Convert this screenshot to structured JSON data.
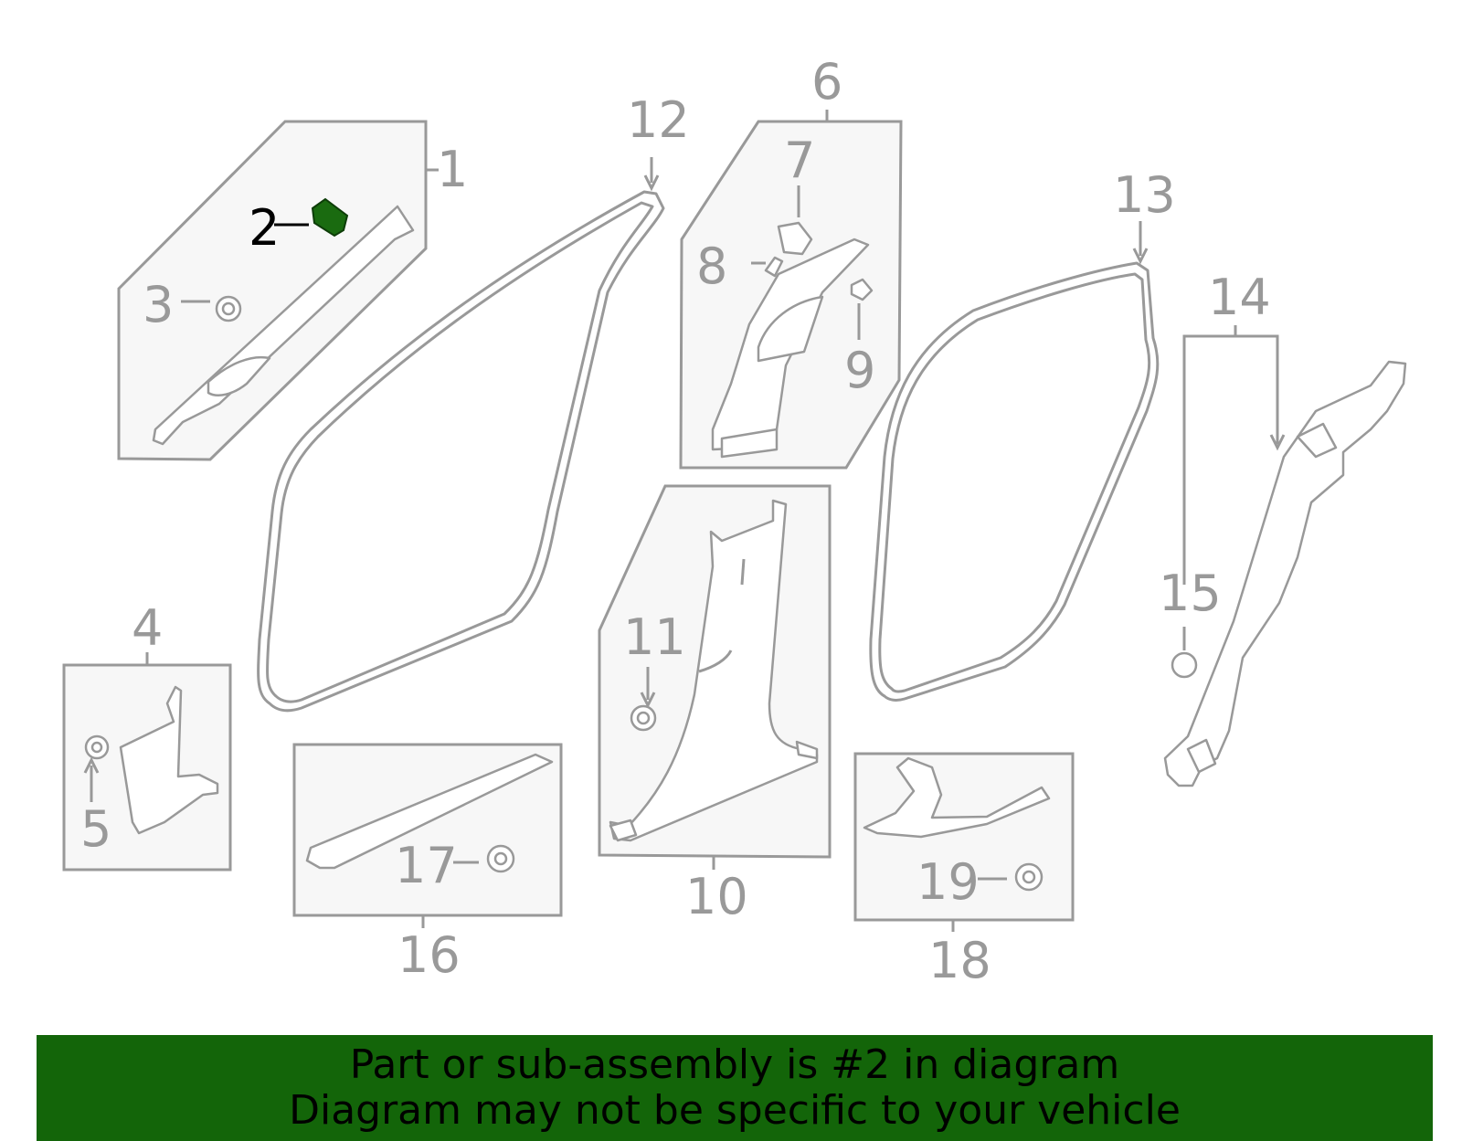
{
  "diagram": {
    "highlight_color": "#136509",
    "line_color": "#999999",
    "callouts": [
      {
        "id": "1",
        "label": "1"
      },
      {
        "id": "2",
        "label": "2",
        "highlighted": true
      },
      {
        "id": "3",
        "label": "3"
      },
      {
        "id": "4",
        "label": "4"
      },
      {
        "id": "5",
        "label": "5"
      },
      {
        "id": "6",
        "label": "6"
      },
      {
        "id": "7",
        "label": "7"
      },
      {
        "id": "8",
        "label": "8"
      },
      {
        "id": "9",
        "label": "9"
      },
      {
        "id": "10",
        "label": "10"
      },
      {
        "id": "11",
        "label": "11"
      },
      {
        "id": "12",
        "label": "12"
      },
      {
        "id": "13",
        "label": "13"
      },
      {
        "id": "14",
        "label": "14"
      },
      {
        "id": "15",
        "label": "15"
      },
      {
        "id": "16",
        "label": "16"
      },
      {
        "id": "17",
        "label": "17"
      },
      {
        "id": "18",
        "label": "18"
      },
      {
        "id": "19",
        "label": "19"
      }
    ]
  },
  "banner": {
    "line1": "Part or sub-assembly is #2 in diagram",
    "line2": "Diagram may not be specific to your vehicle"
  }
}
